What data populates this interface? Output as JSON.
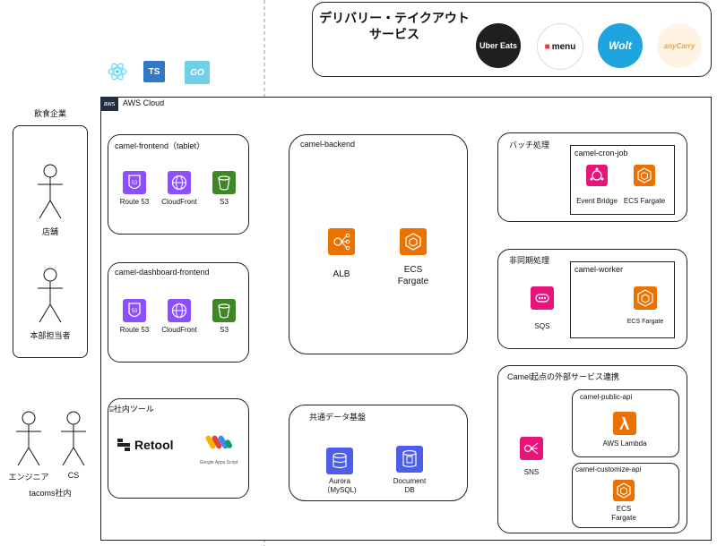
{
  "delivery": {
    "title_line1": "デリバリー・テイクアウト",
    "title_line2": "サービス",
    "services": [
      {
        "name": "Uber Eats",
        "bg": "#1f1f1f",
        "fg": "#ffffff"
      },
      {
        "name": "menu",
        "bg": "#ffffff",
        "fg": "#111111"
      },
      {
        "name": "Wolt",
        "bg": "#1ea5e0",
        "fg": "#ffffff"
      },
      {
        "name": "anyCarry",
        "bg": "#fff3e4",
        "fg": "#f2a047"
      }
    ]
  },
  "tech_stack": [
    "react-icon",
    "typescript-icon",
    "go-icon"
  ],
  "tech_labels": {
    "ts": "TS",
    "go": "GO"
  },
  "restaurant": {
    "label": "飲食企業",
    "actors": [
      "店舗",
      "本部担当者"
    ]
  },
  "internal": {
    "actors": [
      "エンジニア",
      "CS"
    ],
    "label": "tacoms社内"
  },
  "aws": {
    "label": "AWS Cloud",
    "logo_text": "aws"
  },
  "frontend_tablet": {
    "title": "camel-frontend（tablet）",
    "items": [
      "Route 53",
      "CloudFront",
      "S3"
    ]
  },
  "dashboard_frontend": {
    "title": "camel-dashboard-frontend",
    "items": [
      "Route 53",
      "CloudFront",
      "S3"
    ]
  },
  "tools": {
    "title": "社内ツール",
    "retool": "Retool",
    "gas": "Google Apps Script"
  },
  "backend": {
    "title": "camel-backend",
    "alb": "ALB",
    "ecs_line1": "ECS",
    "ecs_line2": "Fargate"
  },
  "shared": {
    "title": "共通データ基盤",
    "aurora_line1": "Aurora",
    "aurora_line2": "（MySQL)",
    "docdb_line1": "Document",
    "docdb_line2": "DB"
  },
  "batch": {
    "title": "バッチ処理",
    "job_title": "camel-cron-job",
    "eventbridge": "Event Bridge",
    "ecs": "ECS Fargate"
  },
  "async": {
    "title": "非同期処理",
    "sqs": "SQS",
    "worker_title": "camel-worker",
    "worker_ecs": "ECS Fargate"
  },
  "external": {
    "title": "Camel起点の外部サービス連携",
    "sns": "SNS",
    "public_api_title": "camel-public-api",
    "lambda": "AWS Lambda",
    "customize_api_title": "camel-customize-api",
    "customize_ecs_line1": "ECS",
    "customize_ecs_line2": "Fargate"
  },
  "route53_badge": "53"
}
